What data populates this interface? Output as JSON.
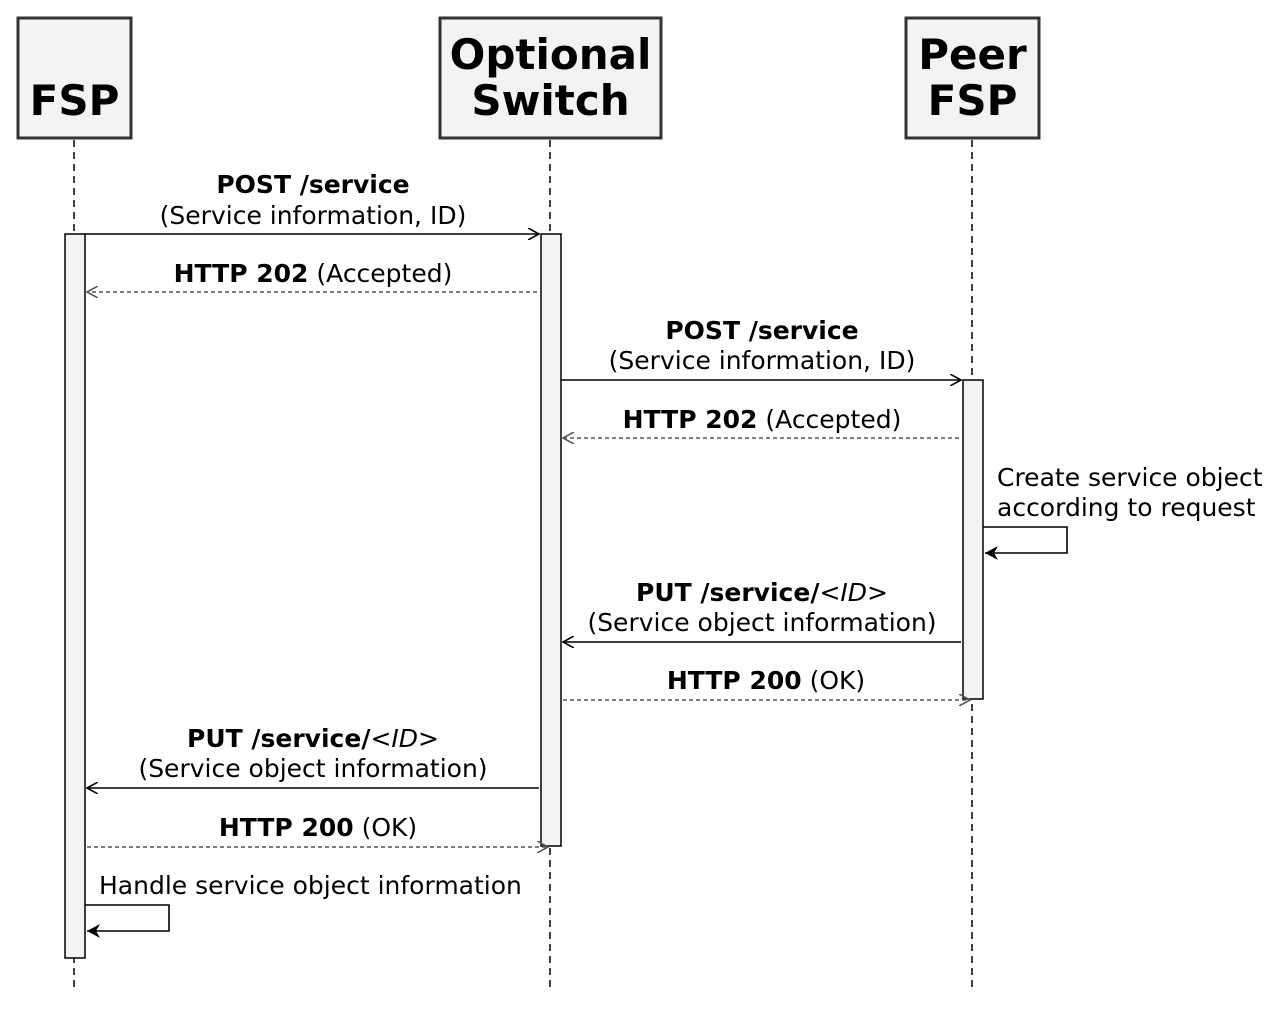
{
  "participants": [
    {
      "id": "fsp",
      "lines": [
        "",
        "FSP"
      ]
    },
    {
      "id": "switch",
      "lines": [
        "Optional",
        "Switch"
      ]
    },
    {
      "id": "peer",
      "lines": [
        "Peer",
        "FSP"
      ]
    }
  ],
  "messages": [
    {
      "id": "m1",
      "method": "POST /service",
      "id_param": "",
      "detail": "(Service information, ID)",
      "status": "",
      "status_text": ""
    },
    {
      "id": "m2",
      "method": "",
      "id_param": "",
      "detail": "",
      "status": "HTTP 202",
      "status_text": " (Accepted)"
    },
    {
      "id": "m3",
      "method": "POST /service",
      "id_param": "",
      "detail": "(Service information, ID)",
      "status": "",
      "status_text": ""
    },
    {
      "id": "m4",
      "method": "",
      "id_param": "",
      "detail": "",
      "status": "HTTP 202",
      "status_text": " (Accepted)"
    },
    {
      "id": "m5",
      "method": "PUT /service/",
      "id_param": "<ID>",
      "detail": "(Service object information)",
      "status": "",
      "status_text": ""
    },
    {
      "id": "m6",
      "method": "",
      "id_param": "",
      "detail": "",
      "status": "HTTP 200",
      "status_text": " (OK)"
    },
    {
      "id": "m7",
      "method": "PUT /service/",
      "id_param": "<ID>",
      "detail": "(Service object information)",
      "status": "",
      "status_text": ""
    },
    {
      "id": "m8",
      "method": "",
      "id_param": "",
      "detail": "",
      "status": "HTTP 200",
      "status_text": " (OK)"
    }
  ],
  "self_notes": [
    {
      "id": "s1",
      "lines": [
        "Create service object",
        "according to request"
      ]
    },
    {
      "id": "s2",
      "lines": [
        "Handle service object information"
      ]
    }
  ]
}
